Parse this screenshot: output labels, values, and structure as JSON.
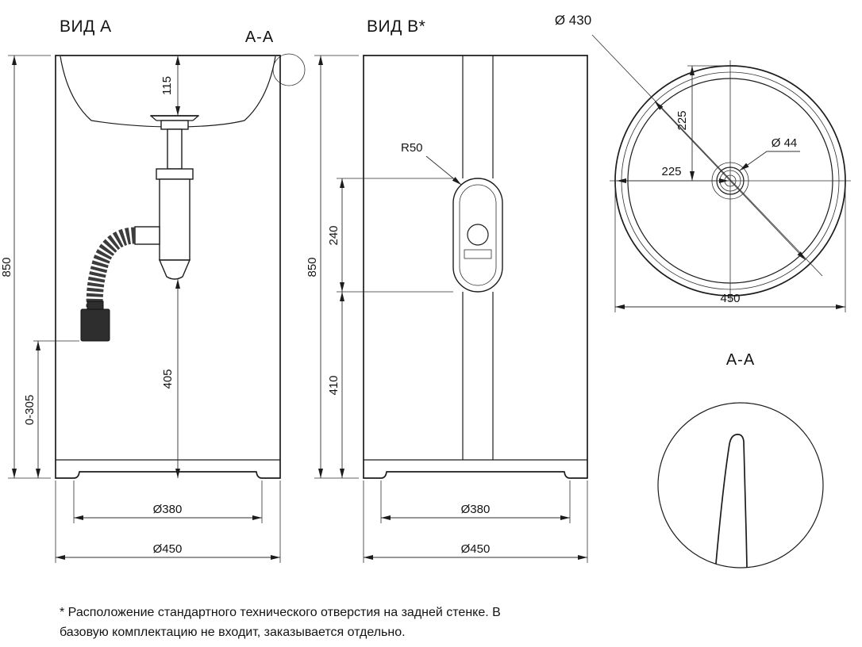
{
  "page": {
    "background": "#ffffff",
    "line_color": "#1c1c1c"
  },
  "view_a": {
    "title": "ВИД А",
    "section_mark": "A-A",
    "dim_115": "115",
    "dim_850": "850",
    "dim_0_305": "0-305",
    "dim_405": "405",
    "dim_380": "Ø380",
    "dim_450": "Ø450"
  },
  "view_b": {
    "title": "ВИД В*",
    "radius_callout": "R50",
    "dim_850": "850",
    "dim_240": "240",
    "dim_410": "410",
    "dim_380": "Ø380",
    "dim_450": "Ø450"
  },
  "top_view": {
    "dim_430": "Ø 430",
    "dim_44": "Ø 44",
    "dim_225_vertical": "225",
    "dim_225_horizontal": "225",
    "dim_450": "450"
  },
  "section_aa": {
    "title": "A-A"
  },
  "footnote": {
    "line1": "* Расположение стандартного технического отверстия на задней стенке. В",
    "line2": "базовую комплектацию не входит, заказывается отдельно."
  }
}
